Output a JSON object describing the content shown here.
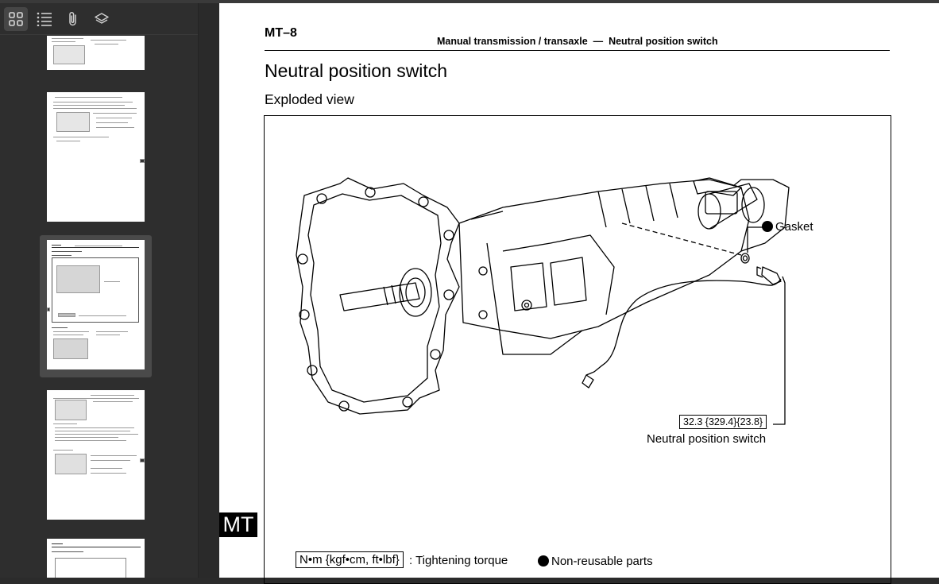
{
  "sidebar": {
    "toolbar": {
      "thumbnails_icon": "grid-icon",
      "outline_icon": "list-icon",
      "attachments_icon": "paperclip-icon",
      "layers_icon": "layers-icon"
    }
  },
  "page": {
    "number": "MT–8",
    "header_section": "Manual transmission / transaxle",
    "header_dash": "—",
    "header_topic": "Neutral position switch",
    "title": "Neutral position switch",
    "subtitle": "Exploded view",
    "side_tab": "MT",
    "figure": {
      "gasket_label": "Gasket",
      "torque_value": "32.3 {329.4}{23.8}",
      "switch_label": "Neutral position switch"
    },
    "legend": {
      "torque_units": "N•m {kgf•cm, ft•lbf}",
      "torque_text": ": Tightening torque",
      "nonreusable_text": "Non-reusable parts"
    }
  }
}
